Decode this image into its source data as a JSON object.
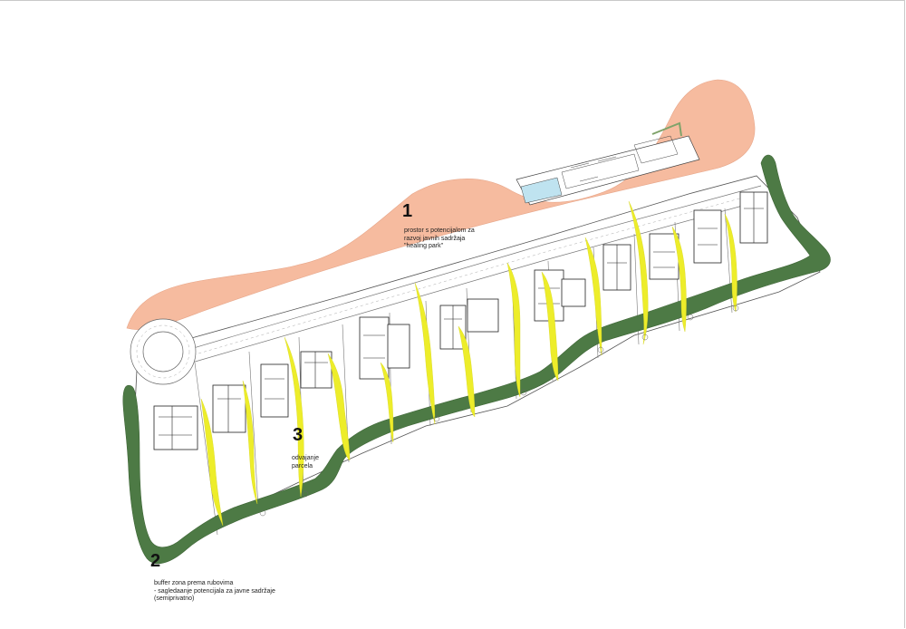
{
  "colors": {
    "public_zone": "#f6bb9f",
    "buffer_zone": "#4d7a45",
    "separation_strip": "#eded2a",
    "linework": "#444444",
    "building_fill": "#ffffff",
    "greenery": "#7fa36a"
  },
  "zones": [
    {
      "id": "zone-1",
      "number": "1",
      "lines": [
        "prostor s potencijalom za",
        "razvoj javnih sadržaja",
        "\"healing park\""
      ]
    },
    {
      "id": "zone-2",
      "number": "2",
      "lines": [
        "buffer zona prema rubovima",
        "- sagledaanje potencijala za javne sadržaje",
        "(semiprivatno)"
      ]
    },
    {
      "id": "zone-3",
      "number": "3",
      "lines": [
        "odvajanje",
        "parcela"
      ]
    }
  ]
}
